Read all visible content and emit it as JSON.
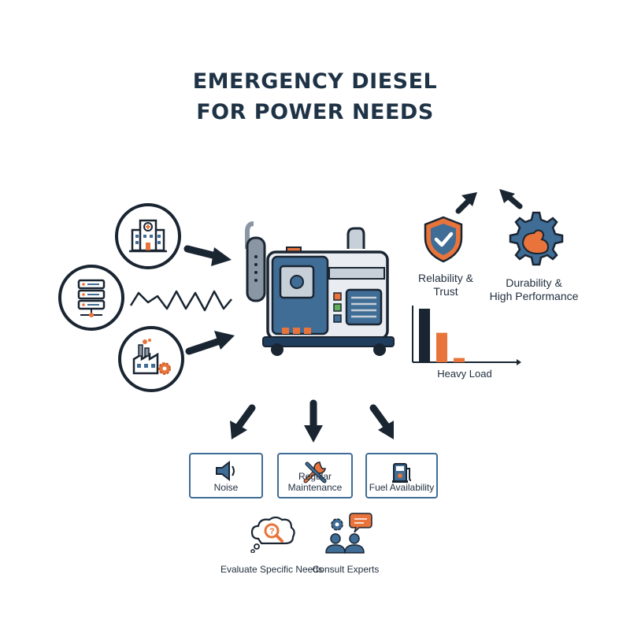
{
  "title": {
    "line1": "EMERGENCY DIESEL",
    "line2": "FOR POWER NEEDS"
  },
  "inputs": [
    {
      "icon": "hospital-icon"
    },
    {
      "icon": "server-icon"
    },
    {
      "icon": "factory-icon"
    }
  ],
  "benefits": {
    "reliability": {
      "line1": "Relability &",
      "line2": "Trust",
      "icon": "shield-check-icon"
    },
    "durability": {
      "line1": "Durability &",
      "line2": "High Performance",
      "icon": "gear-muscle-icon"
    }
  },
  "load_chart": {
    "label": "Heavy Load",
    "bars": [
      1.0,
      0.55,
      0.08
    ],
    "colors": [
      "#1a2532",
      "#e8743b",
      "#e8743b"
    ]
  },
  "considerations": [
    {
      "label": "Noise",
      "icon": "speaker-icon"
    },
    {
      "label": "Regular Maintenance",
      "icon": "tools-icon"
    },
    {
      "label": "Fuel Availability",
      "icon": "fuel-pump-icon"
    }
  ],
  "actions": [
    {
      "label": "Evaluate Specific Needs",
      "icon": "thought-search-icon"
    },
    {
      "label": "Consult Experts",
      "icon": "experts-icon"
    }
  ],
  "colors": {
    "navy": "#1a2532",
    "blue": "#3f6d96",
    "orange": "#e8743b",
    "gray": "#8a96a3"
  }
}
